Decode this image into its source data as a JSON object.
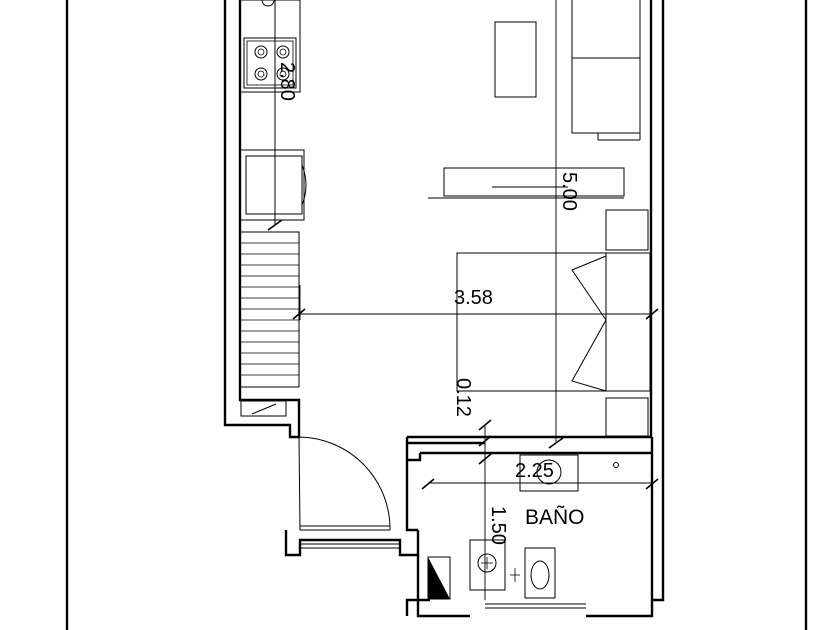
{
  "plan": {
    "dimensions": {
      "kitchen_length": "2.80",
      "depth": "5.00",
      "width": "3.58",
      "wall_thickness": "0.12",
      "bath_width": "2.25",
      "bath_depth": "1.50"
    },
    "rooms": {
      "bathroom": "BAÑO"
    }
  }
}
